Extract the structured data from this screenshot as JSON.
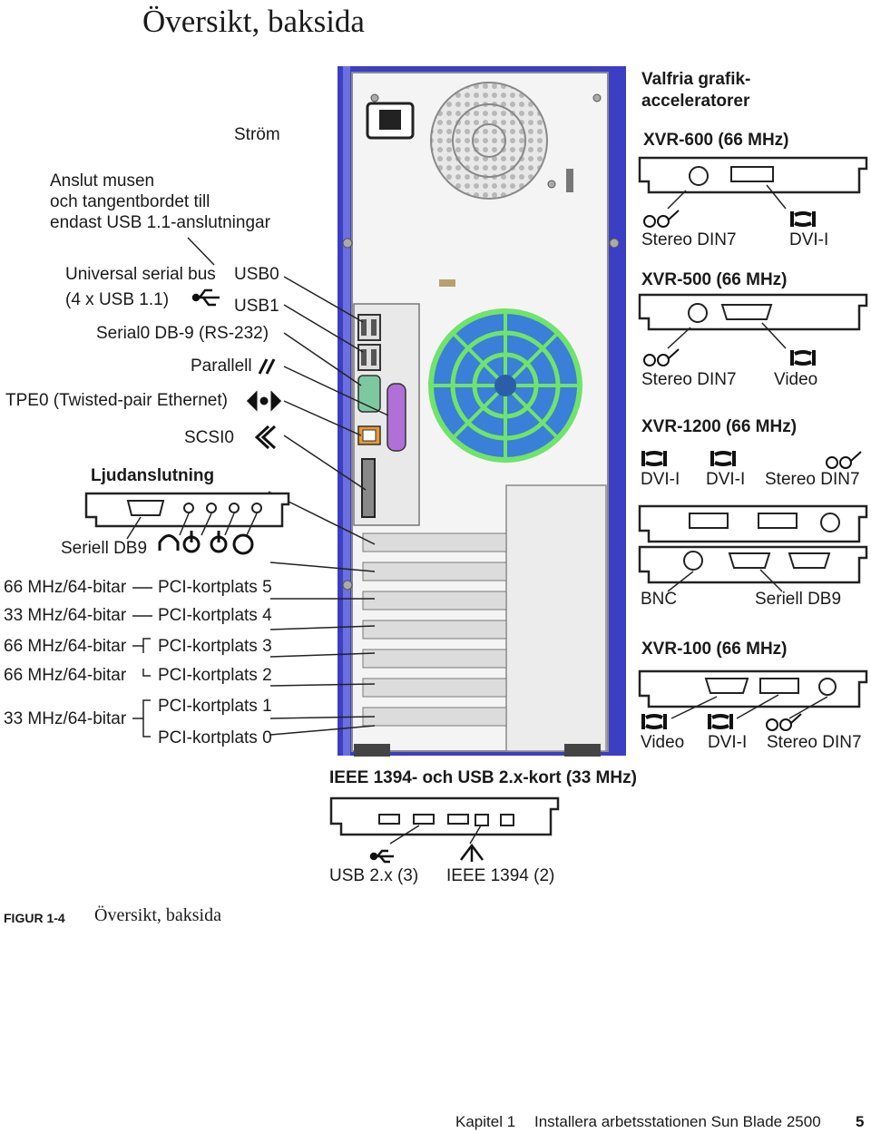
{
  "page_title": "Översikt, baksida",
  "labels": {
    "strom": "Ström",
    "anslut1": "Anslut musen",
    "anslut2": "och tangentbordet till",
    "anslut3": "endast USB 1.1-anslutningar",
    "usb_bus": "Universal serial bus",
    "usb_count": "(4 x USB 1.1)",
    "usb0": "USB0",
    "usb1": "USB1",
    "serial0": "Serial0 DB-9 (RS-232)",
    "parallell": "Parallell",
    "tpe0": "TPE0 (Twisted-pair Ethernet)",
    "scsi0": "SCSI0",
    "ljud": "Ljudanslutning",
    "seriell_db9": "Seriell DB9"
  },
  "pci_slots": [
    {
      "speed": "66 MHz/64-bitar",
      "slot": "PCI-kortplats 5"
    },
    {
      "speed": "33 MHz/64-bitar",
      "slot": "PCI-kortplats 4"
    },
    {
      "speed": "66 MHz/64-bitar",
      "slot": "PCI-kortplats 3"
    },
    {
      "speed": "66 MHz/64-bitar",
      "slot": "PCI-kortplats 2"
    },
    {
      "speed": "33 MHz/64-bitar",
      "slot": "PCI-kortplats 1"
    },
    {
      "speed": "",
      "slot": "PCI-kortplats 0"
    }
  ],
  "graphics": {
    "heading1": "Valfria grafik-",
    "heading2": "acceleratorer",
    "xvr600": {
      "title": "XVR-600 (66 MHz)",
      "left": "Stereo DIN7",
      "right": "DVI-I"
    },
    "xvr500": {
      "title": "XVR-500 (66 MHz)",
      "left": "Stereo DIN7",
      "right": "Video"
    },
    "xvr1200": {
      "title": "XVR-1200 (66 MHz)",
      "a": "DVI-I",
      "b": "DVI-I",
      "c": "Stereo DIN7",
      "d": "BNC",
      "e": "Seriell DB9"
    },
    "xvr100": {
      "title": "XVR-100 (66 MHz)",
      "a": "Video",
      "b": "DVI-I",
      "c": "Stereo DIN7"
    }
  },
  "ieee_card": {
    "title": "IEEE 1394- och USB 2.x-kort (33 MHz)",
    "usb": "USB 2.x (3)",
    "ieee": "IEEE 1394 (2)"
  },
  "figure": {
    "label": "FIGUR 1-4",
    "caption": "Översikt, baksida"
  },
  "footer": {
    "chapter": "Kapitel 1",
    "title": "Installera arbetsstationen Sun Blade 2500",
    "page": "5"
  },
  "colors": {
    "chassis_blue": "#3a3fc4",
    "fan_green": "#6fe36a",
    "fan_blue": "#3a7fd8",
    "parallel_port": "#b070d8",
    "serial_port": "#7ec8a0",
    "ethernet_port": "#e69a30"
  }
}
